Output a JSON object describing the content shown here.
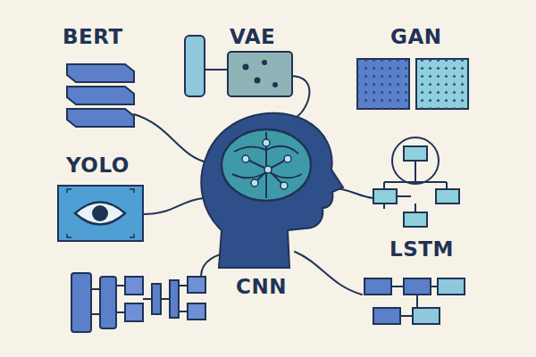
{
  "diagram": {
    "nodes": [
      {
        "text": [
          "BERT"
        ]
      },
      {
        "text": [
          "VAE"
        ]
      },
      {
        "text": [
          "GAN"
        ]
      },
      {
        "text": [
          "YOLO"
        ]
      },
      {
        "text": [
          "LSTM"
        ]
      },
      {
        "text": [
          "CNN"
        ]
      }
    ]
  }
}
